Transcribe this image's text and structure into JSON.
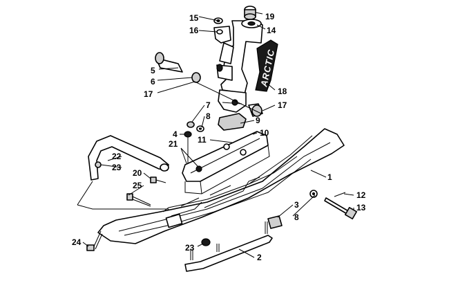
{
  "callouts": [
    {
      "id": "c1",
      "label": "1"
    },
    {
      "id": "c2",
      "label": "2"
    },
    {
      "id": "c3",
      "label": "3"
    },
    {
      "id": "c4",
      "label": "4"
    },
    {
      "id": "c5",
      "label": "5"
    },
    {
      "id": "c6",
      "label": "6"
    },
    {
      "id": "c7",
      "label": "7"
    },
    {
      "id": "c8a",
      "label": "8"
    },
    {
      "id": "c8b",
      "label": "8"
    },
    {
      "id": "c9",
      "label": "9"
    },
    {
      "id": "c10",
      "label": "10"
    },
    {
      "id": "c11",
      "label": "11"
    },
    {
      "id": "c12",
      "label": "12"
    },
    {
      "id": "c13",
      "label": "13"
    },
    {
      "id": "c14",
      "label": "14"
    },
    {
      "id": "c15",
      "label": "15"
    },
    {
      "id": "c16",
      "label": "16"
    },
    {
      "id": "c17a",
      "label": "17"
    },
    {
      "id": "c17b",
      "label": "17"
    },
    {
      "id": "c18",
      "label": "18"
    },
    {
      "id": "c19",
      "label": "19"
    },
    {
      "id": "c20",
      "label": "20"
    },
    {
      "id": "c21",
      "label": "21"
    },
    {
      "id": "c22",
      "label": "22"
    },
    {
      "id": "c23a",
      "label": "23"
    },
    {
      "id": "c23b",
      "label": "23"
    },
    {
      "id": "c24",
      "label": "24"
    },
    {
      "id": "c25",
      "label": "25"
    }
  ],
  "logo_text": "ARCTIC"
}
